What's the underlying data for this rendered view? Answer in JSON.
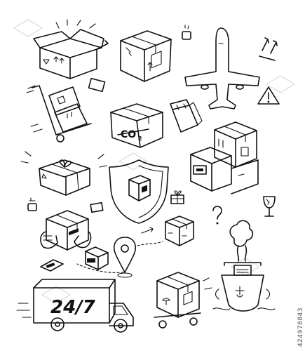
{
  "image": {
    "style": "black ink hand-drawn doodle icons on white background",
    "colors": {
      "ink": "#111111",
      "background": "#ffffff",
      "watermark": "#dcdcdc"
    }
  },
  "icons": [
    {
      "name": "open-cardboard-box-icon"
    },
    {
      "name": "sealed-cardboard-box-icon"
    },
    {
      "name": "airplane-icon"
    },
    {
      "name": "this-side-up-arrows-icon"
    },
    {
      "name": "warning-triangle-icon"
    },
    {
      "name": "hand-truck-with-boxes-icon"
    },
    {
      "name": "co2-box-icon"
    },
    {
      "name": "paper-bag-icon"
    },
    {
      "name": "stacked-boxes-icon"
    },
    {
      "name": "wrapped-gift-box-icon"
    },
    {
      "name": "shield-box-icon"
    },
    {
      "name": "small-gift-icon"
    },
    {
      "name": "fragile-glass-icon"
    },
    {
      "name": "question-mark-icon"
    },
    {
      "name": "hands-holding-box-icon"
    },
    {
      "name": "location-pin-route-icon"
    },
    {
      "name": "box-with-clock-icon"
    },
    {
      "name": "cargo-ship-icon"
    },
    {
      "name": "delivery-truck-icon"
    },
    {
      "name": "box-on-cart-icon"
    }
  ],
  "labels": {
    "co2_text": "CO",
    "co2_sub": "2",
    "truck_text": "24/7"
  },
  "footer": {
    "stock_id": "424978843"
  }
}
